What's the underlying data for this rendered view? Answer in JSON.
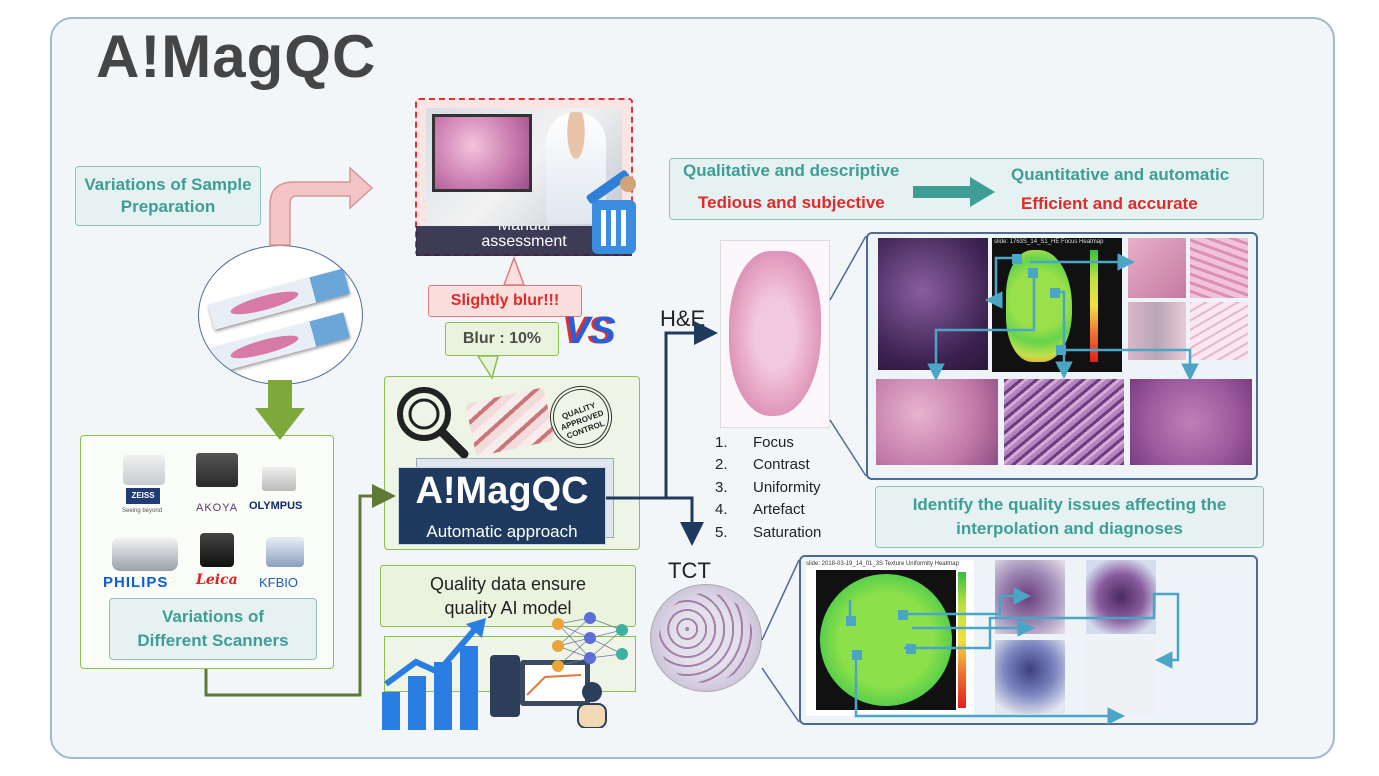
{
  "title": "A!MagQC",
  "manual": {
    "label": "Manual assessment"
  },
  "sample_prep": {
    "label": "Variations of Sample Preparation"
  },
  "scanners": {
    "label": "Variations of Different Scanners",
    "brands": [
      "ZEISS",
      "AKOYA",
      "OLYMPUS",
      "PHILIPS",
      "Leica",
      "KFBIO"
    ],
    "zeiss_tag": "Seeing beyond"
  },
  "blur_callout": {
    "label": "Slightly blur!!!"
  },
  "blur_metric": {
    "label": "Blur : 10%"
  },
  "vs_badge": {
    "label": "VS"
  },
  "stamp": {
    "label": "QUALITY APPROVED CONTROL"
  },
  "amagqc_box": {
    "title": "A!MagQC",
    "subtitle": "Automatic approach"
  },
  "quality_data": {
    "label": "Quality data ensure quality AI model"
  },
  "comparison": {
    "left_top": "Qualitative and descriptive",
    "left_bottom": "Tedious and subjective",
    "right_top": "Quantitative and automatic",
    "right_bottom": "Efficient and accurate"
  },
  "he": {
    "label": "H&E"
  },
  "tct": {
    "label": "TCT"
  },
  "metrics": [
    {
      "num": "1.",
      "name": "Focus"
    },
    {
      "num": "2.",
      "name": "Contrast"
    },
    {
      "num": "3.",
      "name": "Uniformity"
    },
    {
      "num": "4.",
      "name": "Artefact"
    },
    {
      "num": "5.",
      "name": "Saturation"
    }
  ],
  "identify": {
    "label": "Identify the quality issues affecting the interpolation and diagnoses"
  },
  "he_heatmap": {
    "caption": "slide: 1763S_14_S1_HE Focus Heatmap"
  },
  "tct_heatmap": {
    "caption": "slide: 2018-03-19_14_01_3S Texture Uniformity Heatmap"
  },
  "colors": {
    "teal": "#3e9e95",
    "red": "#e02a2a",
    "navy": "#1f3a5f",
    "green": "#8cc04e",
    "arrow_blue": "#4aa6c4"
  }
}
